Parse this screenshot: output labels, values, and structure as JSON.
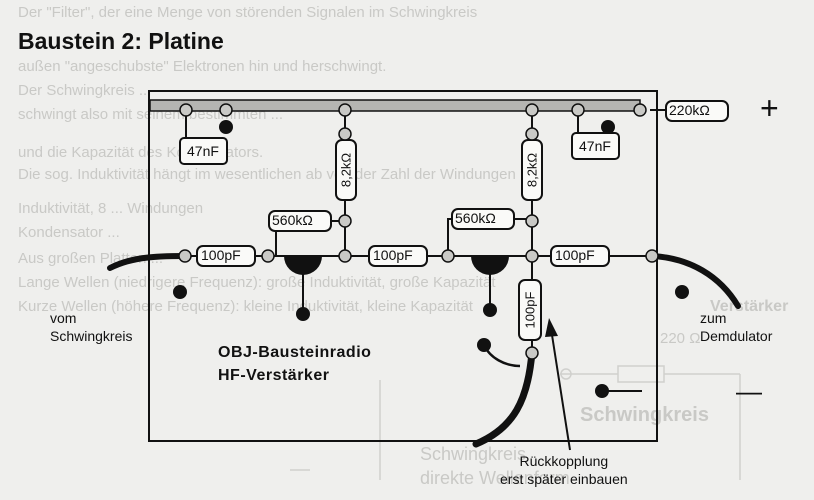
{
  "title": "Baustein 2: Platine",
  "labels": {
    "input": [
      "vom",
      "Schwingkreis"
    ],
    "output": [
      "zum",
      "Demdulator"
    ],
    "device": [
      "OBJ-Bausteinradio",
      "HF-Verstärker"
    ],
    "feedback": [
      "Rückkopplung",
      "erst später einbauen"
    ],
    "plus": "+",
    "minus": "—"
  },
  "components": {
    "r_220k": "220kΩ",
    "c_47n_left": "47nF",
    "c_47n_right": "47nF",
    "r_8k2_left": "8,2kΩ",
    "r_8k2_right": "8,2kΩ",
    "r_560k_left": "560kΩ",
    "r_560k_right": "560kΩ",
    "c_100p_1": "100pF",
    "c_100p_2": "100pF",
    "c_100p_3": "100pF",
    "c_100p_vertical": "100pF"
  },
  "background_text": [
    "Der \"Filter\", der eine Menge von störenden Signalen im Schwingkreis",
    "außen \"angeschubste\" Elektronen hin und herschwingt.",
    "Der Schwingkreis ...",
    "schwingt also mit seinem bestimmten ...",
    "und die Kapazität des Kondensators.",
    "Die sog. Induktivität hängt im wesentlichen ab von der Zahl der Windungen",
    "Induktivität, 8 ... Windungen",
    "Kondensator ...",
    "Aus großen Platten ...",
    "Lange Wellen (niedrigere Frequenz): große Induktivität, große Kapazität",
    "Kurze Wellen (höhere Frequenz): kleine Induktivität, kleine Kapazität",
    "Schwingkreis",
    "Schwingkreis",
    "direkte Wellenform",
    "Verstärker",
    "220 Ω"
  ]
}
